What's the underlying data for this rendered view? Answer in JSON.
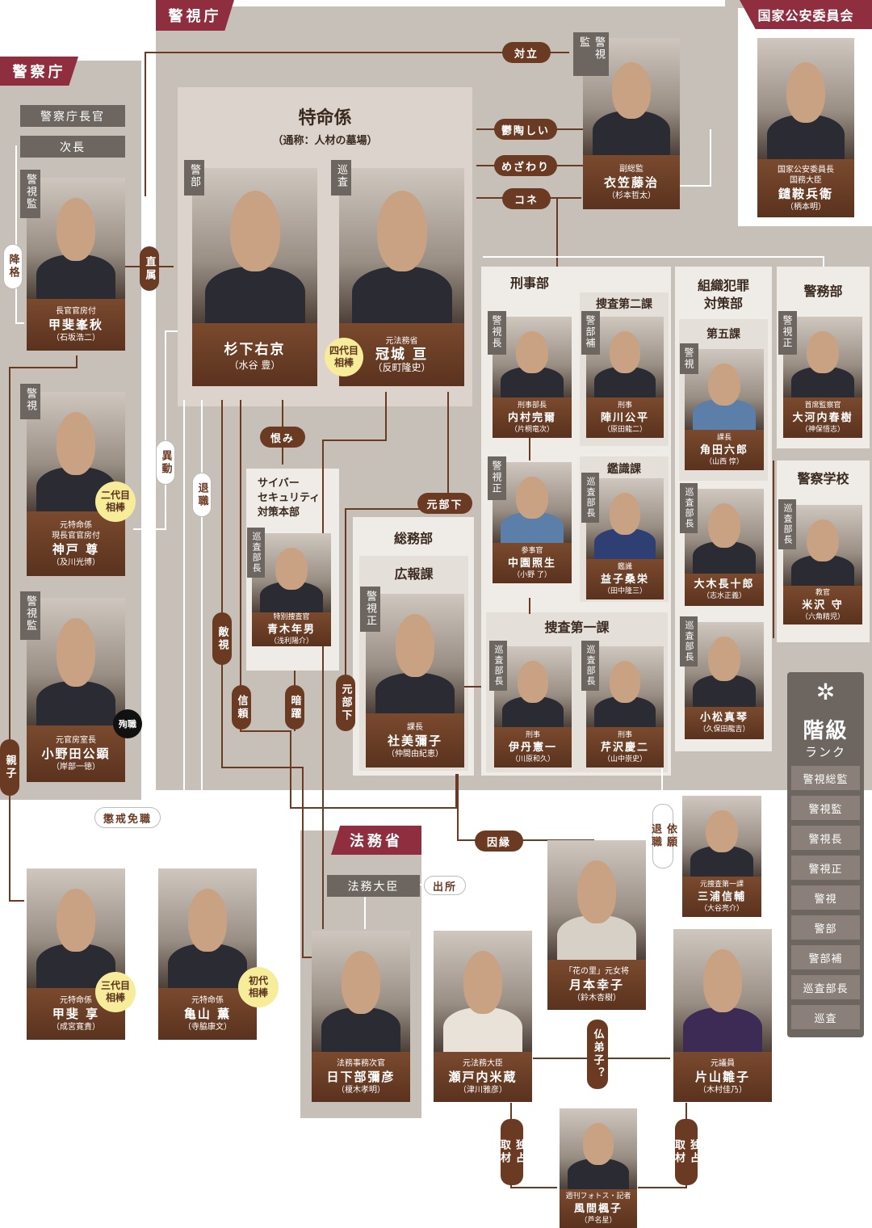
{
  "regions": {
    "keishicho": "警視庁",
    "keisatsucho": "警察庁",
    "kokka_koan": "国家公安委員会",
    "homusho": "法務省"
  },
  "units": {
    "tokumei_title": "特命係",
    "tokumei_sub": "（通称：人材の墓場）",
    "keiji": "刑事部",
    "sosa2": "捜査第二課",
    "soshiki": "組織犯罪\n対策部",
    "daigo": "第五課",
    "keimu": "警務部",
    "kanshiki": "鑑識課",
    "sosa1": "捜査第一課",
    "gakko": "警察学校",
    "cyber": "サイバー\nセキュリティ\n対策本部",
    "somu": "総務部",
    "koho": "広報課"
  },
  "boxes": {
    "chokan": "警察庁長官",
    "jicho": "次長",
    "homu_daijin": "法務大臣"
  },
  "people": {
    "kinugasa": {
      "rank": "警視監",
      "role": "副総監",
      "name": "衣笠藤治",
      "actor": "（杉本哲太）"
    },
    "kabuki": {
      "role": "国家公安委員長\n国務大臣",
      "name": "鑓鞍兵衛",
      "actor": "（柄本明）"
    },
    "kai_mineaki": {
      "rank": "警視監",
      "role": "長官官房付",
      "name": "甲斐峯秋",
      "actor": "（石坂浩二）"
    },
    "sugishita": {
      "rank": "警部",
      "name": "杉下右京",
      "actor": "（水谷 豊）"
    },
    "kaburagi": {
      "rank": "巡査",
      "role": "元法務省",
      "name": "冠城 亘",
      "actor": "（反町隆史）"
    },
    "kambe": {
      "rank": "警視",
      "role": "元特命係\n現長官官房付",
      "name": "神戸 尊",
      "actor": "（及川光博）"
    },
    "onoda": {
      "rank": "警視監",
      "role": "元官房室長",
      "name": "小野田公顕",
      "actor": "（岸部一徳）"
    },
    "uchimura": {
      "rank": "警視長",
      "role": "刑事部長",
      "name": "内村完爾",
      "actor": "（片桐竜次）"
    },
    "jinkawa": {
      "rank": "警部補",
      "role": "刑事",
      "name": "陣川公平",
      "actor": "（原田龍二）"
    },
    "kakuda": {
      "rank": "警視",
      "role": "課長",
      "name": "角田六郎",
      "actor": "（山西 惇）"
    },
    "otokochi": {
      "rank": "警視正",
      "role": "首席監察官",
      "name": "大河内春樹",
      "actor": "（神保悟志）"
    },
    "nakazono": {
      "rank": "警視正",
      "role": "参事官",
      "name": "中園照生",
      "actor": "（小野 了）"
    },
    "masuko": {
      "rank": "巡査部長",
      "role": "鑑識",
      "name": "益子桑栄",
      "actor": "（田中隆三）"
    },
    "oki": {
      "rank": "巡査部長",
      "name": "大木長十郎",
      "actor": "（志水正義）"
    },
    "yonezawa": {
      "rank": "巡査部長",
      "role": "教官",
      "name": "米沢 守",
      "actor": "（六角精児）"
    },
    "aoki": {
      "rank": "巡査部長",
      "role": "特別捜査官",
      "name": "青木年男",
      "actor": "（浅利陽介）"
    },
    "yashiro": {
      "rank": "警視正",
      "role": "課長",
      "name": "社美彌子",
      "actor": "（仲間由紀恵）"
    },
    "itami": {
      "rank": "巡査部長",
      "role": "刑事",
      "name": "伊丹憲一",
      "actor": "（川原和久）"
    },
    "serizawa": {
      "rank": "巡査部長",
      "role": "刑事",
      "name": "芹沢慶二",
      "actor": "（山中崇史）"
    },
    "komatsu": {
      "rank": "巡査部長",
      "name": "小松真琴",
      "actor": "（久保田龍吉）"
    },
    "miura": {
      "role": "元捜査第一課",
      "name": "三浦信輔",
      "actor": "（大谷亮介）"
    },
    "kai_toru": {
      "role": "元特命係",
      "name": "甲斐 享",
      "actor": "（成宮寛貴）"
    },
    "kameyama": {
      "role": "元特命係",
      "name": "亀山 薫",
      "actor": "（寺脇康文）"
    },
    "kusakabe": {
      "role": "法務事務次官",
      "name": "日下部彌彦",
      "actor": "（榎木孝明）"
    },
    "setouchi": {
      "role": "元法務大臣",
      "name": "瀬戸内米蔵",
      "actor": "（津川雅彦）"
    },
    "tsukimoto": {
      "role": "「花の里」元女将",
      "name": "月本幸子",
      "actor": "（鈴木杏樹）"
    },
    "katayama": {
      "role": "元議員",
      "name": "片山雛子",
      "actor": "（木村佳乃）"
    },
    "kazama": {
      "role": "週刊フォトス・記者",
      "name": "風間楓子",
      "actor": "（芦名星）"
    }
  },
  "badges": {
    "yondaime": "四代目\n相棒",
    "nidaime": "二代目\n相棒",
    "sandaime": "三代目\n相棒",
    "shodai": "初代\n相棒",
    "junshoku": "殉職"
  },
  "relations": {
    "tairitsu": "対立",
    "uttoshii": "鬱陶しい",
    "mezawari": "めざわり",
    "kone": "コネ",
    "chokuzoku": "直属",
    "kakaku": "降格",
    "urami": "恨み",
    "ido": "異動",
    "taishoku": "退職",
    "motobuka_h": "元部下",
    "tekishi": "敵視",
    "shinrai": "信頼",
    "anyaku": "暗躍",
    "motobuka_v": "元部下",
    "oyako": "親子",
    "chokai": "懲戒免職",
    "inen": "因縁",
    "shussho": "出所",
    "irai": "依願\n退職",
    "butsudeshi": "仏弟子？",
    "dokusen1": "独占\n取材",
    "dokusen2": "独占\n取材"
  },
  "ladder": {
    "title": "階級",
    "subtitle": "ランク",
    "ranks": [
      "警視総監",
      "警視監",
      "警視長",
      "警視正",
      "警視",
      "警部",
      "警部補",
      "巡査部長",
      "巡査"
    ]
  },
  "colors": {
    "accent": "#8e2e3f",
    "brown": "#6b3a22",
    "gray": "#6d6660",
    "panel": "#efebe6",
    "bg": "#c7c0b8",
    "badge": "#f6ec9a"
  }
}
